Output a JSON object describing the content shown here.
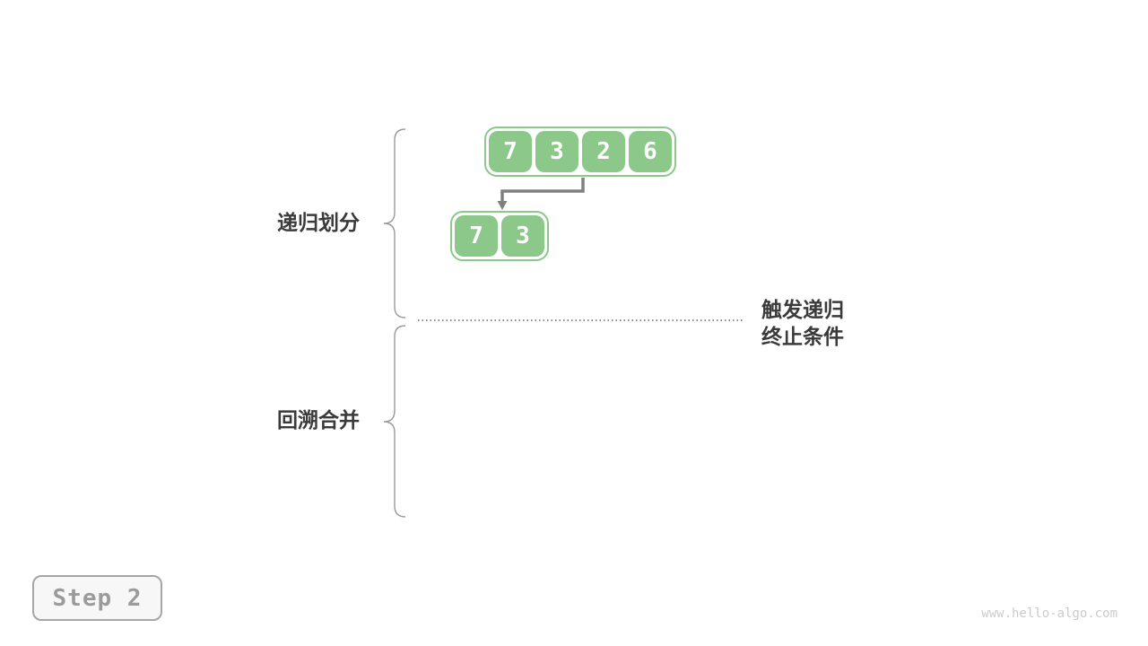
{
  "diagram": {
    "phase_labels": {
      "divide": "递归划分",
      "merge": "回溯合并"
    },
    "termination_note": {
      "line1": "触发递归",
      "line2": "终止条件"
    },
    "arrays": {
      "level1": {
        "values": [
          "7",
          "3",
          "2",
          "6"
        ]
      },
      "level2": {
        "values": [
          "7",
          "3"
        ]
      }
    },
    "step_badge": {
      "label": "Step 2"
    },
    "watermark": "www.hello-algo.com"
  },
  "colors": {
    "green": "#8cc88a",
    "arrow": "#808080",
    "brace": "#9a9a9a",
    "dotted": "#8a8a8a",
    "text-dark": "#3a3a3a",
    "badge-border": "#a6a6a6",
    "badge-bg": "#f7f7f7",
    "badge-text": "#9b9b9b",
    "watermark": "#cbcbcb"
  }
}
